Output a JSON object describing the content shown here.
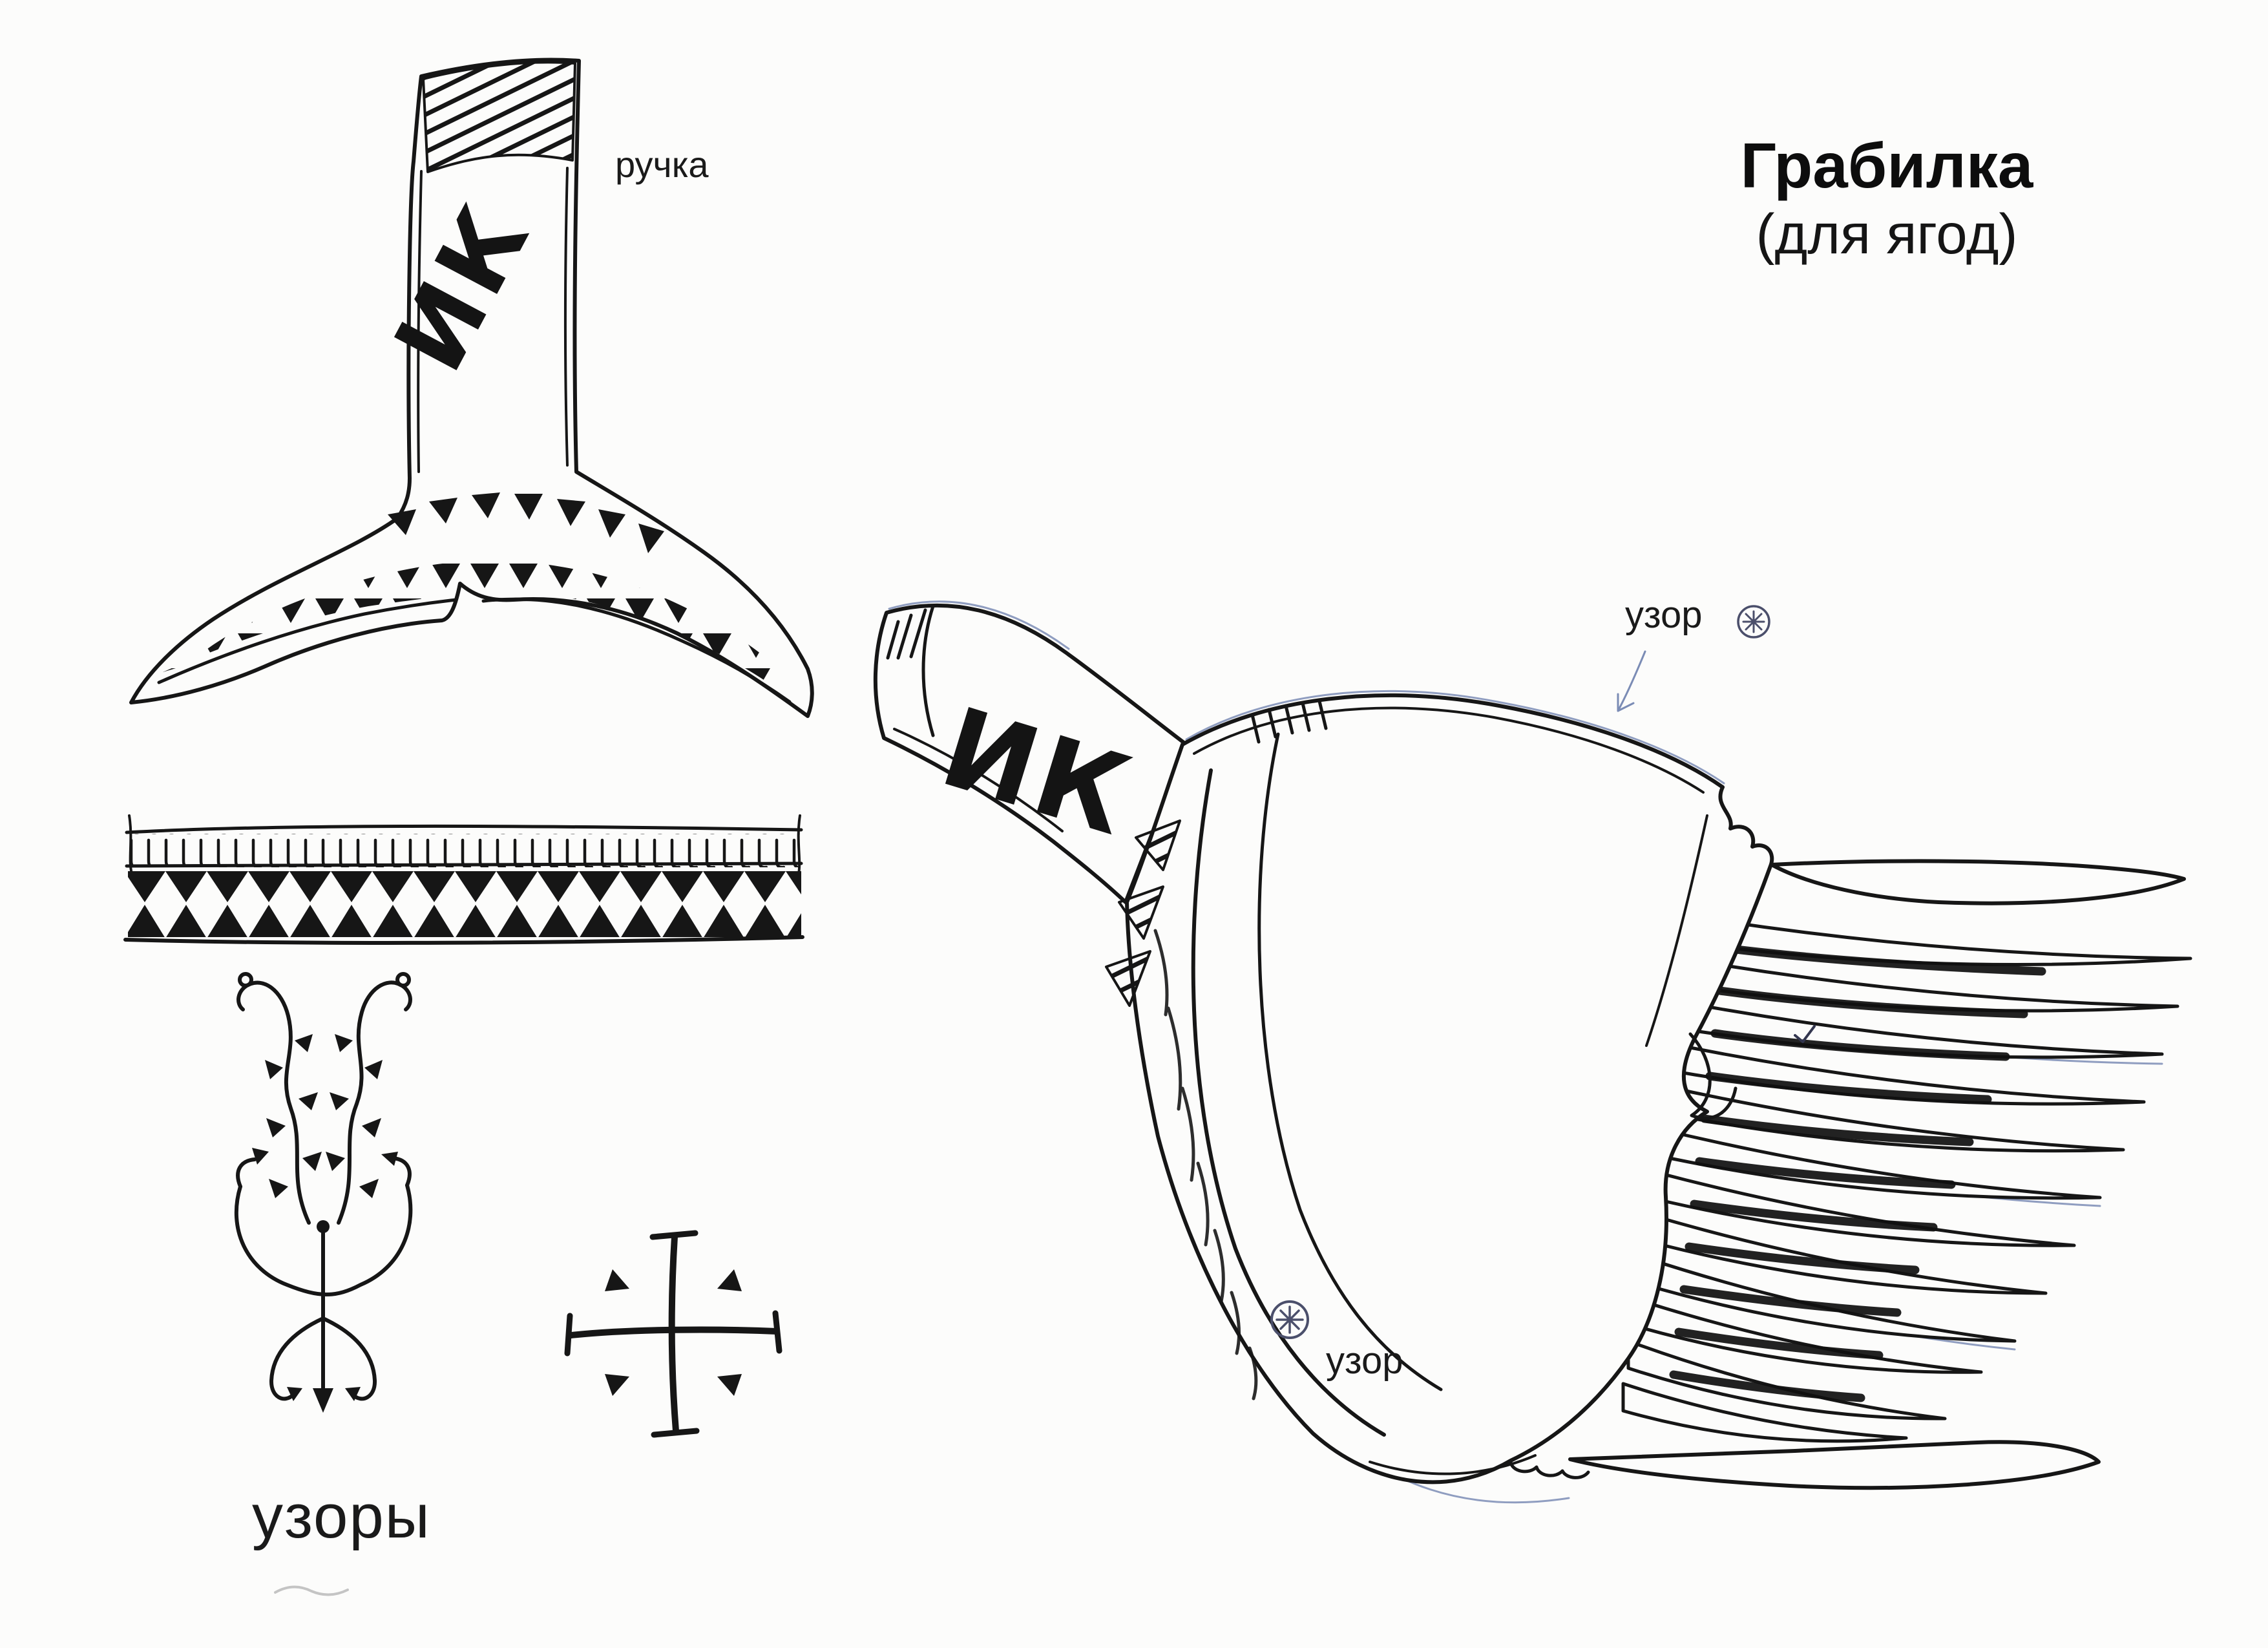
{
  "title": {
    "main": "Грабилка",
    "sub": "(для ягод)"
  },
  "labels": {
    "handle": "ручка",
    "ornament_top": "узор",
    "ornament_bottom": "узор",
    "ornaments": "узоры"
  },
  "monograms": {
    "handle_detail": "ИК",
    "scoop_handle": "ИК"
  },
  "colors": {
    "ink": "#161616",
    "pencil_blue": "#7b8cb5",
    "mark_slate": "#4b4f6b",
    "background": "#fcfcfb"
  }
}
